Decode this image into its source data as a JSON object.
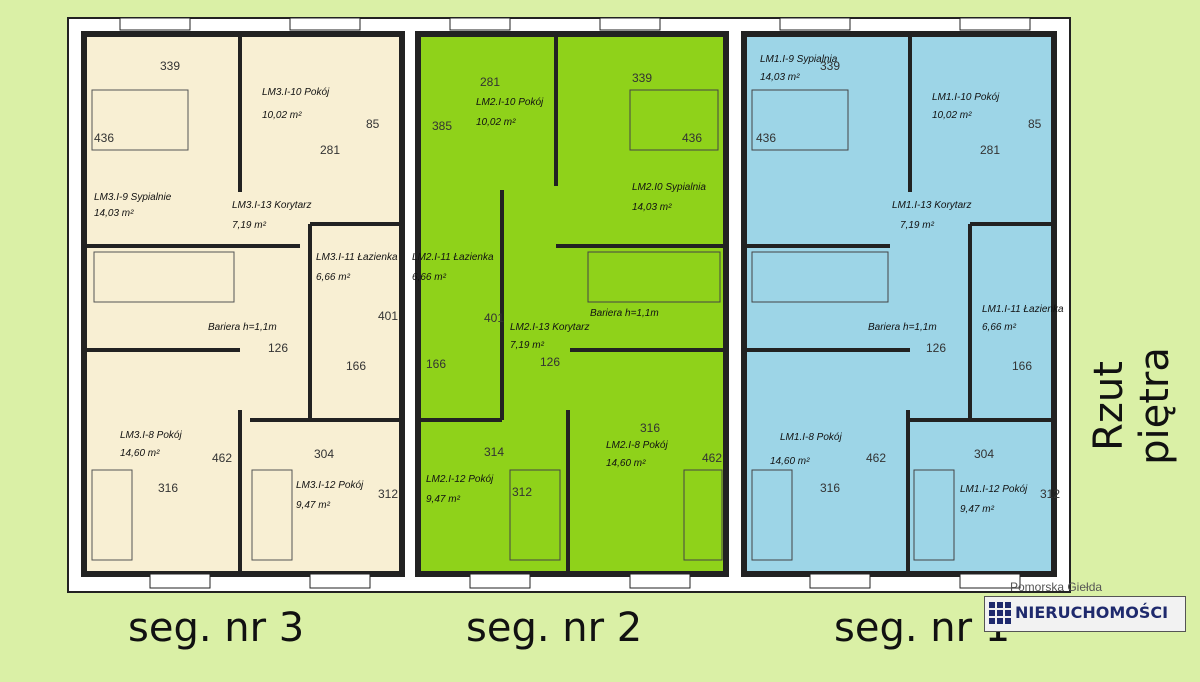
{
  "title": "Rzut piętra",
  "segments": [
    {
      "label": "seg. nr 3",
      "color": "#f8efd3",
      "rooms": [
        "LM3.I-10  Pokój",
        "10,02 m²",
        "LM3.I-9  Sypialnie",
        "14,03 m²",
        "LM3.I-13  Korytarz",
        "7,19 m²",
        "LM3.I-11  Łazienka",
        "6,66 m²",
        "Bariera h=1,1m",
        "LM3.I-8  Pokój",
        "14,60 m²",
        "LM3.I-12  Pokój",
        "9,47 m²"
      ],
      "dims": [
        "339",
        "436",
        "85",
        "281",
        "126",
        "401",
        "166",
        "462",
        "316",
        "304",
        "312"
      ]
    },
    {
      "label": "seg. nr 2",
      "color": "#8fd21a",
      "rooms": [
        "LM2.I-10  Pokój",
        "10,02 m²",
        "LM2.I0  Sypialnia",
        "14,03 m²",
        "LM2.I-11  Łazienka",
        "6,66 m²",
        "LM2.I-13  Korytarz",
        "7,19 m²",
        "Bariera h=1,1m",
        "LM2.I-12  Pokój",
        "9,47 m²",
        "LM2.I-8  Pokój",
        "14,60 m²"
      ],
      "dims": [
        "281",
        "339",
        "385",
        "436",
        "401",
        "166",
        "126",
        "314",
        "316",
        "462",
        "312"
      ]
    },
    {
      "label": "seg. nr 1",
      "color": "#9dd5e7",
      "rooms": [
        "LM1.I-9  Sypialnia",
        "14,03 m²",
        "LM1.I-10  Pokój",
        "10,02 m²",
        "LM1.I-13  Korytarz",
        "7,19 m²",
        "Bariera h=1,1m",
        "LM1.I-11  Łazienka",
        "6,66 m²",
        "LM1.I-8  Pokój",
        "14,60 m²",
        "LM1.I-12  Pokój",
        "9,47 m²"
      ],
      "dims": [
        "339",
        "436",
        "85",
        "281",
        "126",
        "166",
        "462",
        "316",
        "304",
        "312"
      ]
    }
  ],
  "logo": {
    "top": "Pomorska Giełda",
    "name": "NIERUCHOMOŚCI"
  }
}
